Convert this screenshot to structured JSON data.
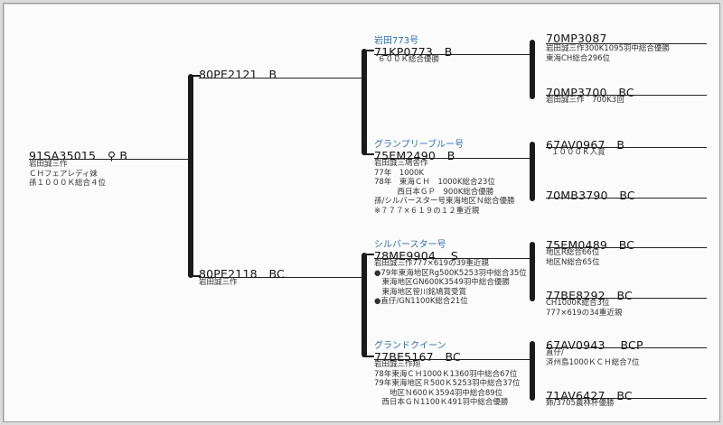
{
  "root": {
    "code": "91SA35015　♀ B",
    "lines": [
      "岩田誠三作",
      "ＣＨフェアレディ妹",
      "孫１０００Ｋ総合４位"
    ]
  },
  "gen1": {
    "upper": {
      "code": "80PE2121　B"
    },
    "lower": {
      "code": "80PE2118　BC",
      "lines": [
        "岩田誠三作"
      ]
    }
  },
  "gen2": {
    "g1": {
      "name": "岩田773号",
      "code": "71KP0773　B",
      "lines": [
        "６００Ｋ総合優勝"
      ]
    },
    "g2": {
      "name": "グランプリーブルー号",
      "code": "75EM2490　B",
      "lines": [
        "岩田誠三鳩舎作",
        "77年　1000K",
        "78年　東海ＣＨ　1000K総合23位",
        "　　　西日本ＧＰ　900K総合優勝",
        "孫/シルバースター号東海地区Ｎ総合優勝",
        "※７７７×６１９の１２重近親"
      ]
    },
    "g3": {
      "name": "シルバースター号",
      "code": "78ME9904　 S",
      "lines": [
        "岩田誠三作777×619の39重近親",
        "●79年東海地区Rg500K5253羽中総合35位",
        "　東海地区GN600K3549羽中総合優勝",
        "　東海地区笹川銘鳩賞受賞",
        "●直仔/GN1100K総合21位"
      ]
    },
    "g4": {
      "name": "グランドクイーン",
      "code": "77BE5167　BC",
      "lines": [
        "岩田誠三作翔",
        "78年東海ＣＨ1000Ｋ1360羽中総合67位",
        "79年東海地区Ｒ500Ｋ5253羽中総合37位",
        "　　地区Ｎ600Ｋ3594羽中総合89位",
        "　西日本ＧＮ1100Ｋ491羽中総合優勝"
      ]
    }
  },
  "gen3": [
    {
      "code": "70MP3087",
      "lines": [
        "岩田誠三作300K1095羽中総合優勝",
        "東海CH総合296位"
      ]
    },
    {
      "code": "70MP3700　BC",
      "lines": [
        "岩田誠三作　700K3回"
      ]
    },
    {
      "code": "67AV0967　B",
      "lines": [
        "１０００Ｋ入賞"
      ]
    },
    {
      "code": "70MB3790　BC",
      "lines": []
    },
    {
      "code": "75EM0489　BC",
      "lines": [
        "地区R総合66位",
        "地区N総合65位"
      ]
    },
    {
      "code": "77BE8292　BC",
      "lines": [
        "CH1000K総合3位",
        "777×619の34重近親"
      ]
    },
    {
      "code": "67AV0943　 BCP",
      "lines": [
        "直仔/",
        "済州島1000ＫＣＨ総合7位"
      ]
    },
    {
      "code": "71AV6427　BC",
      "lines": [
        "姉/3705農林杯優勝"
      ]
    }
  ]
}
